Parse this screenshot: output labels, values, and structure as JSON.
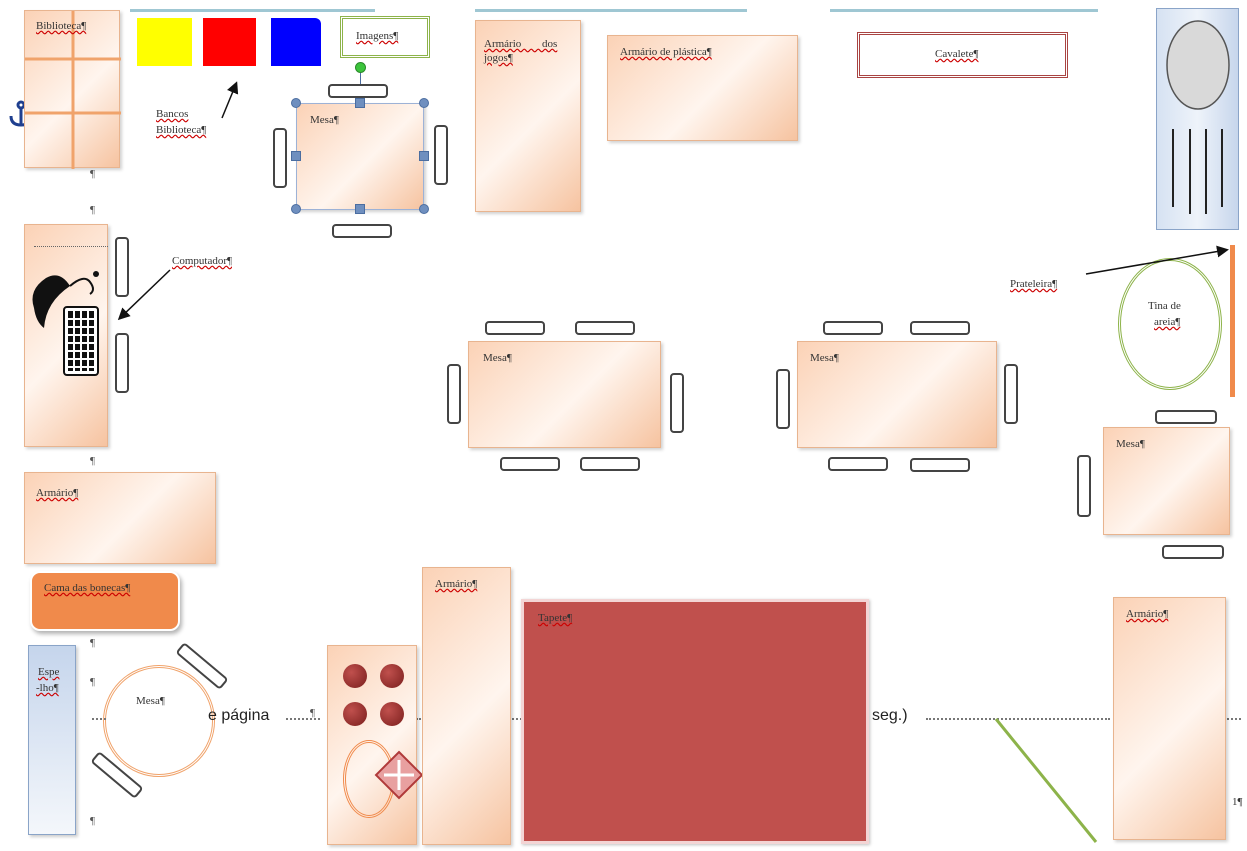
{
  "labels": {
    "biblioteca": "Biblioteca¶",
    "bancos_biblioteca_1": "Bancos",
    "bancos_biblioteca_2": "Biblioteca¶",
    "imagens": "Imagens¶",
    "mesa_top": "Mesa¶",
    "armario_jogos_1": "Armário dos",
    "armario_jogos_2": "jogos¶",
    "armario_plastica": "Armário de plástica¶",
    "cavalete": "Cavalete¶",
    "computador": "Computador¶",
    "prateleira": "Prateleira¶",
    "tina_1": "Tina de",
    "tina_2": "areia¶",
    "mesa_center_left": "Mesa¶",
    "mesa_center_right": "Mesa¶",
    "mesa_right": "Mesa¶",
    "armario_left": "Armário¶",
    "cama_bonecas": "Cama das bonecas¶",
    "espelho_1": "Espe",
    "espelho_2": "-lho¶",
    "mesa_round": "Mesa¶",
    "armario_mid": "Armário¶",
    "tapete": "Tapete¶",
    "armario_right": "Armário¶",
    "page_num": "1¶"
  },
  "background_text": {
    "pagina": "e página",
    "seg": "seg.)",
    "pilcrow": "¶"
  },
  "colors": {
    "yellow_bench": "#ffff00",
    "red_bench": "#ff0000",
    "blue_bench": "#0000ff",
    "tapete": "#c0504d",
    "cama": "#f08a4b",
    "accent_line": "#9fc7d3",
    "green_line": "#8db34a"
  }
}
